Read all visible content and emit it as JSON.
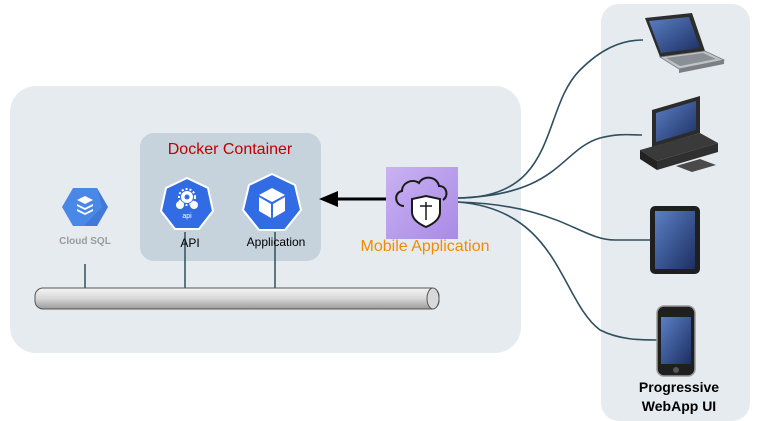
{
  "docker": {
    "title": "Docker Container"
  },
  "services": {
    "cloud_sql": "Cloud SQL",
    "api": "API",
    "api_icon_text": "api",
    "application": "Application"
  },
  "mobile": {
    "label": "Mobile Application"
  },
  "clients": {
    "label_line1": "Progressive",
    "label_line2": "WebApp UI"
  },
  "icons": [
    "cloud-sql-icon",
    "api-icon",
    "application-icon",
    "mobile-app-shield-icon",
    "laptop-icon",
    "desktop-icon",
    "tablet-icon",
    "smartphone-icon"
  ],
  "colors": {
    "panel": "#e6ebef",
    "container": "#c6d2dc",
    "gcp_blue": "#4a88e8",
    "k8s_blue": "#326ce5",
    "mobile_bg": "#c9b2f2",
    "connector": "#2f4f5f",
    "docker_title": "#c00000",
    "mobile_label": "#f08c00"
  }
}
